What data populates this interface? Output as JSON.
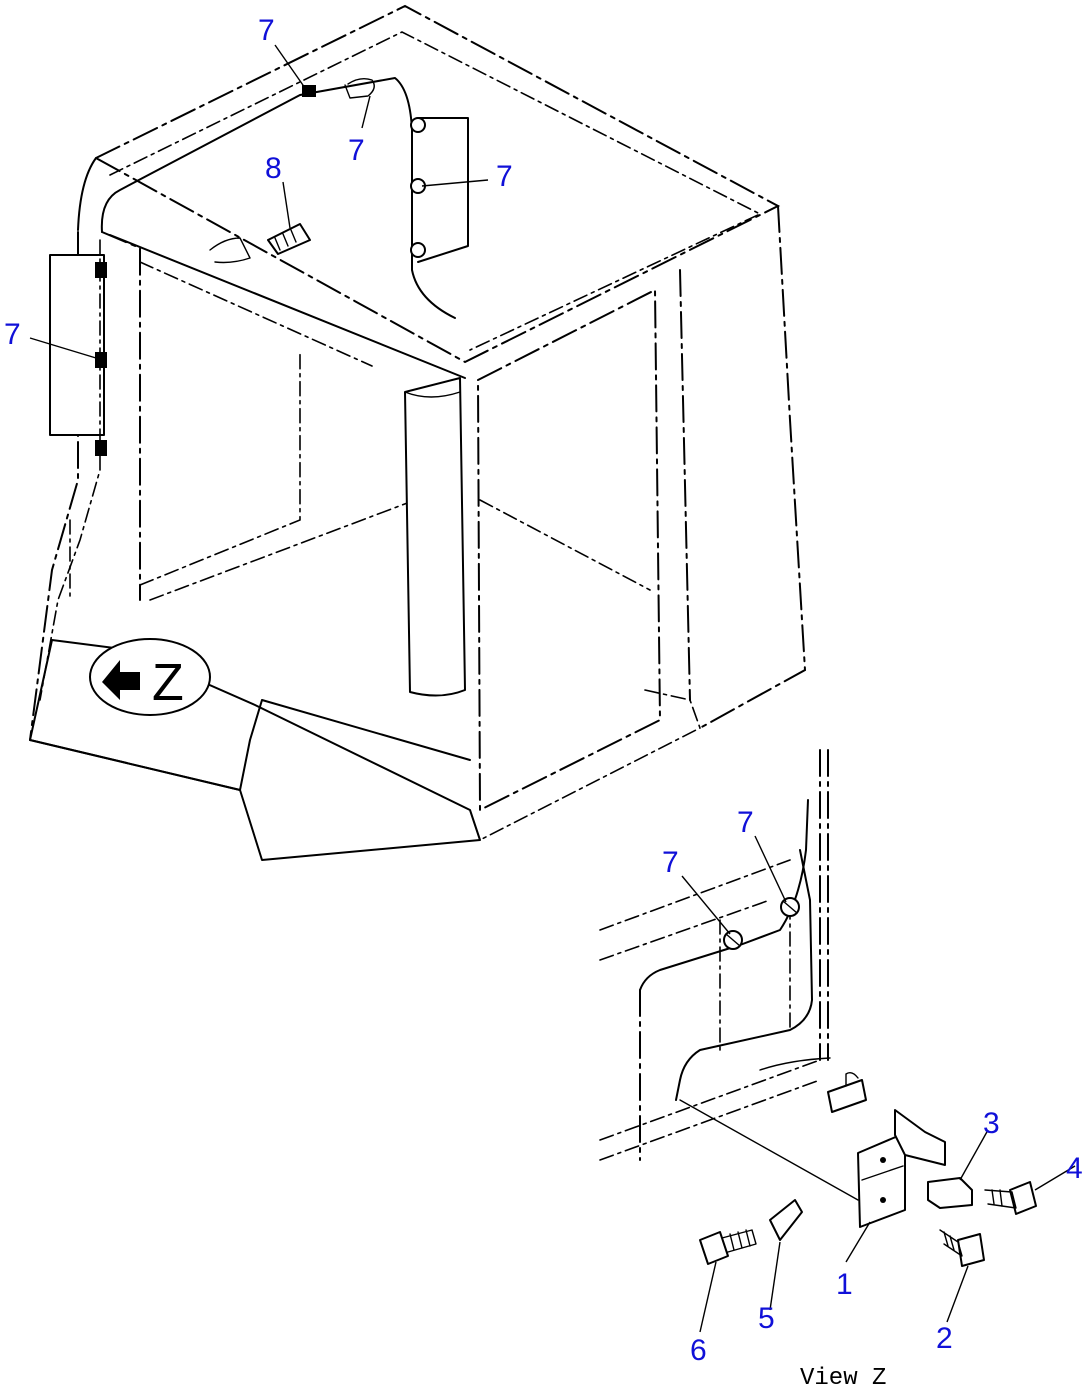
{
  "diagram": {
    "view_label": "View Z",
    "view_marker": "Z",
    "callouts": [
      "7",
      "7",
      "7",
      "7",
      "8",
      "7",
      "7",
      "3",
      "4",
      "1",
      "5",
      "6",
      "2"
    ],
    "colors": {
      "callout": "#1010d8",
      "line": "#000000",
      "background": "#ffffff"
    }
  }
}
